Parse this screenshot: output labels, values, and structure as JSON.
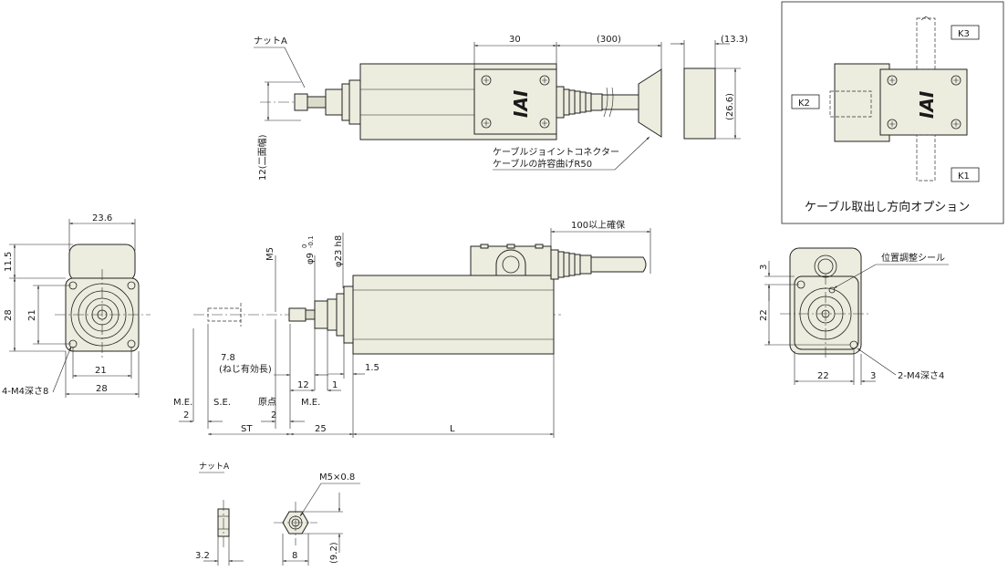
{
  "labels": {
    "nut_a_top": "ナットA",
    "nut_a_bottom": "ナットA",
    "flat_width": "12(二面幅)",
    "cable_joint_line1": "ケーブルジョイントコネクター",
    "cable_joint_line2": "ケーブルの許容曲げR50",
    "option_title": "ケーブル取出し方向オプション",
    "clearance": "100以上確保",
    "adjust_seal": "位置調整シール",
    "thread_len_line1": "7.8",
    "thread_len_line2": "(ねじ有効長)",
    "origin": "原点",
    "me_left": "M.E.",
    "se": "S.E.",
    "me_right": "M.E.",
    "holes_left": "4-M4深さ8",
    "holes_right": "2-M4深さ4",
    "thread_m5": "M5×0.8"
  },
  "option_keys": {
    "k1": "K1",
    "k2": "K2",
    "k3": "K3"
  },
  "dims": {
    "d30": "30",
    "d300": "(300)",
    "d13_3": "(13.3)",
    "d26_6": "(26.6)",
    "d23_6": "23.6",
    "d11_5": "11.5",
    "d28_left": "28",
    "d21_left": "21",
    "d21_bottom": "21",
    "d28_bottom": "28",
    "m5": "M5",
    "phi9": "φ9",
    "phi9_tol_upper": "0",
    "phi9_tol_lower": "-0.1",
    "phi23": "φ23 h8",
    "d1_5": "1.5",
    "d12": "12",
    "d1": "1",
    "d2_a": "2",
    "d2_b": "2",
    "st": "ST",
    "d25": "25",
    "l": "L",
    "d3_top": "3",
    "d22_v": "22",
    "d22_h": "22",
    "d3_right": "3",
    "d3_2": "3.2",
    "d8": "8",
    "d9_2": "(9.2)"
  },
  "logo": "IAI"
}
